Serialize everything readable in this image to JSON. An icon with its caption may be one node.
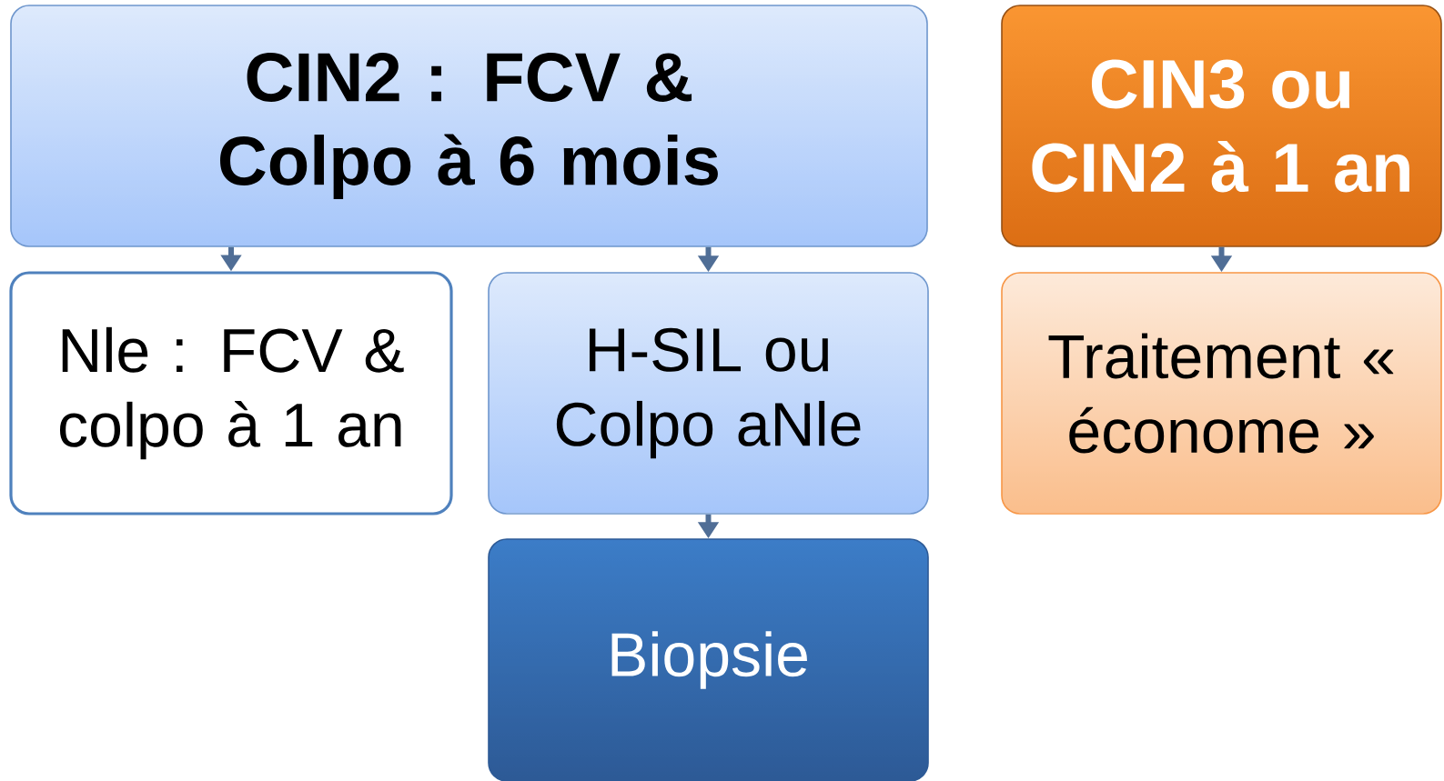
{
  "diagram": {
    "nodes": [
      {
        "text": [
          "CIN2 : FCV & Colpo à 6 mois"
        ]
      },
      {
        "text": [
          "Nle : FCV & colpo à 1 an"
        ]
      },
      {
        "text": [
          "H-SIL ou Colpo aNle"
        ]
      },
      {
        "text": [
          "Biopsie"
        ]
      },
      {
        "text": [
          "CIN3 ou CIN2 à 1 an"
        ]
      },
      {
        "text": [
          "Traitement « économe »"
        ]
      }
    ],
    "edges": [
      {
        "from": 0,
        "to": 1,
        "arrow": "to"
      },
      {
        "from": 0,
        "to": 2,
        "arrow": "to"
      },
      {
        "from": 2,
        "to": 3,
        "arrow": "to"
      },
      {
        "from": 4,
        "to": 5,
        "arrow": "to"
      }
    ]
  }
}
